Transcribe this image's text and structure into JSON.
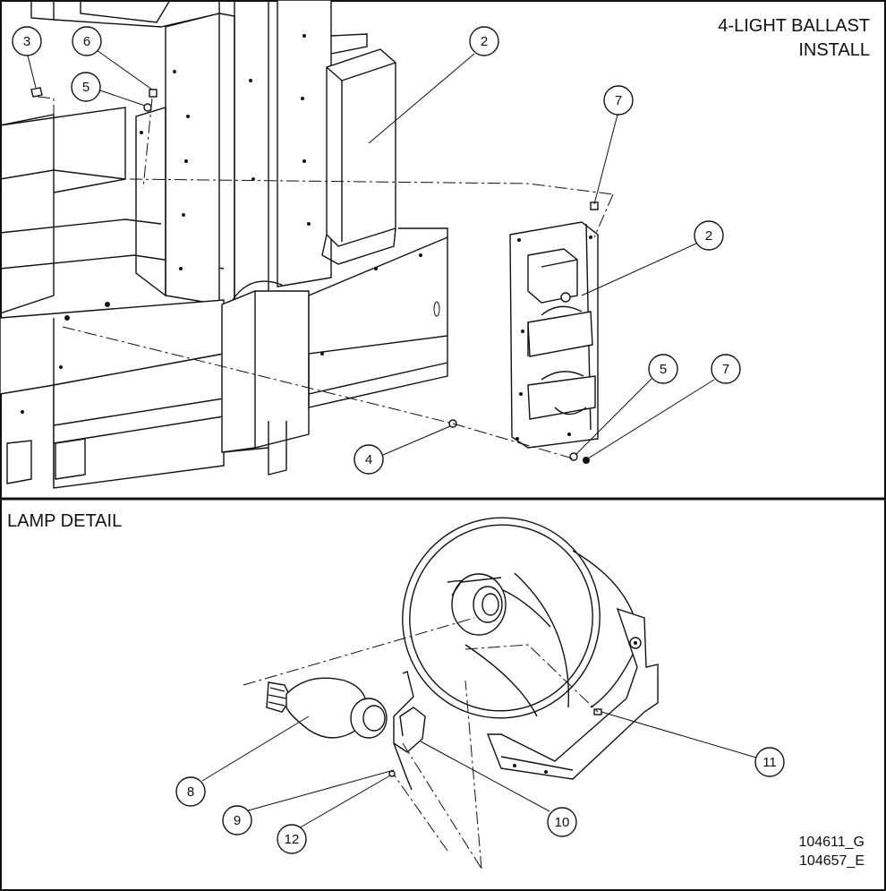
{
  "panels": {
    "top_title_line1": "4-LIGHT BALLAST",
    "top_title_line2": "INSTALL",
    "bottom_title": "LAMP DETAIL"
  },
  "drawing_numbers": {
    "line1": "104611_G",
    "line2": "104657_E"
  },
  "callouts_top": [
    "3",
    "6",
    "5",
    "2",
    "7",
    "2",
    "5",
    "7",
    "4"
  ],
  "callouts_bottom": [
    "11",
    "8",
    "10",
    "9",
    "12"
  ]
}
